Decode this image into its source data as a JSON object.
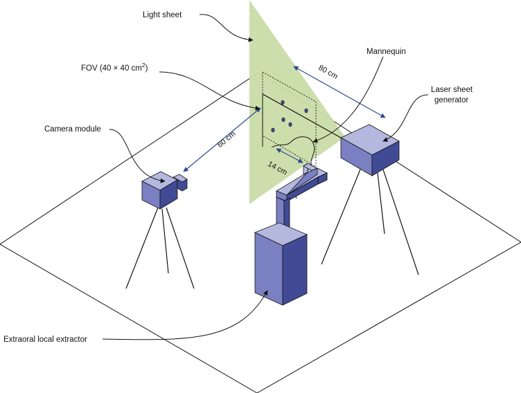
{
  "labels": {
    "light_sheet": "Light sheet",
    "fov_prefix": "FOV (40 × 40 cm",
    "fov_sup": "2",
    "fov_suffix": ")",
    "mannequin": "Mannequin",
    "laser_line1": "Laser sheet",
    "laser_line2": "generator",
    "camera_module": "Camera module",
    "extractor": "Extraoral local extractor",
    "dist_80": "80 cm",
    "dist_60": "60 cm",
    "dist_14": "14 cm"
  },
  "colors": {
    "light_sheet_fill": "#c9dca7",
    "box_top": "#b4b8de",
    "box_side": "#7b80c2",
    "box_dark": "#414b95",
    "dimension_arrow": "#2a4d8c",
    "outline": "#111111"
  }
}
